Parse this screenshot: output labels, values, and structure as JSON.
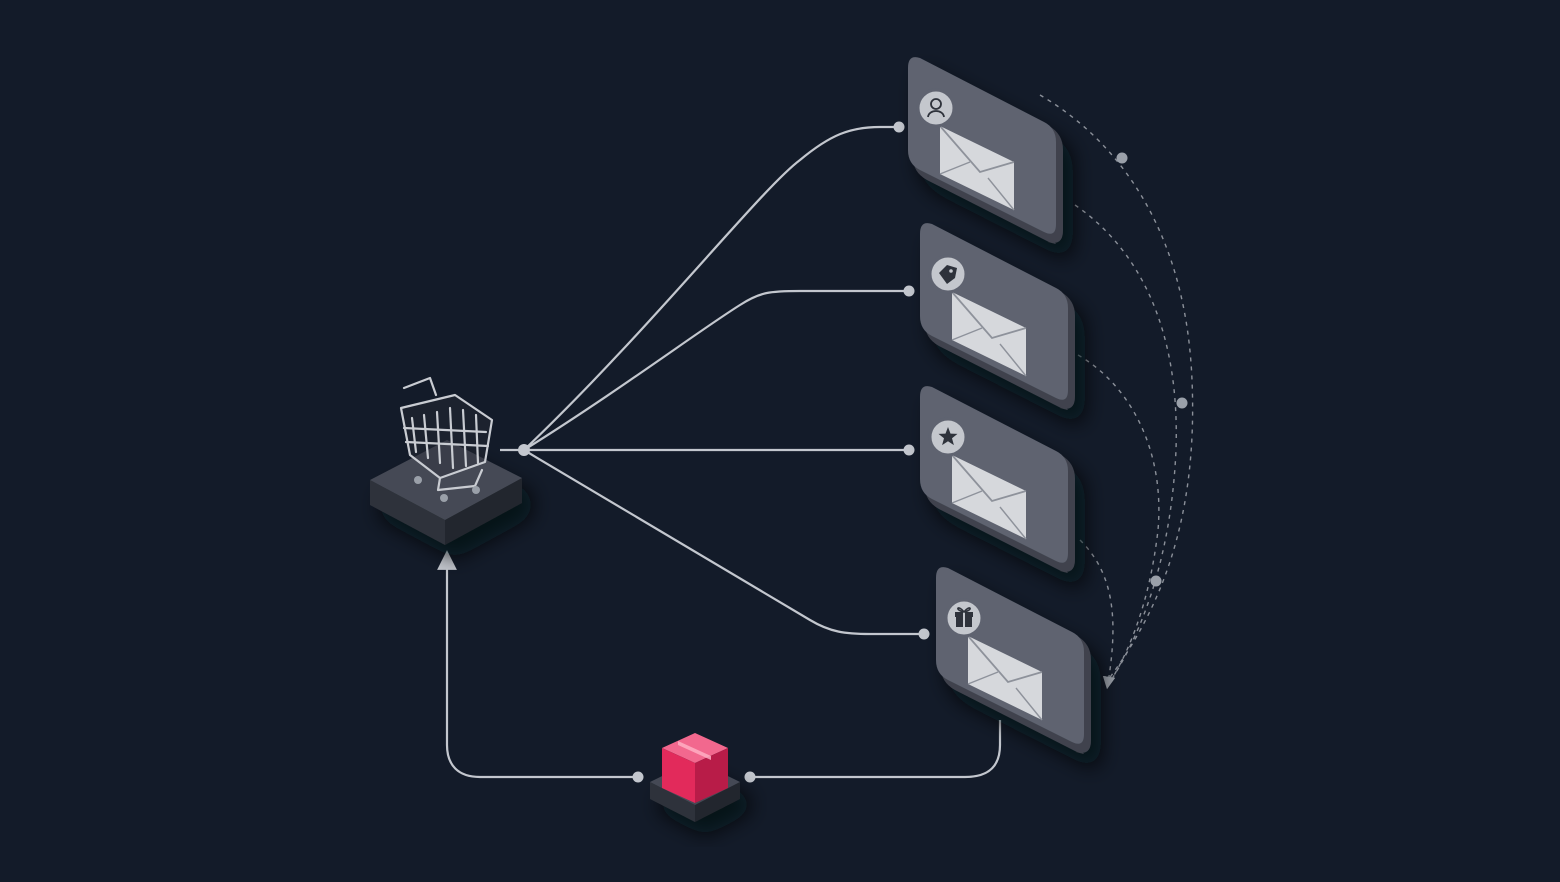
{
  "diagram": {
    "hub": {
      "icon": "shopping-cart-icon"
    },
    "cards": [
      {
        "id": "customer-email",
        "badge_icon": "user-icon",
        "content_icon": "envelope-icon"
      },
      {
        "id": "offer-email",
        "badge_icon": "price-tag-icon",
        "content_icon": "envelope-icon"
      },
      {
        "id": "featured-email",
        "badge_icon": "star-icon",
        "content_icon": "envelope-icon"
      },
      {
        "id": "gift-email",
        "badge_icon": "gift-icon",
        "content_icon": "envelope-icon"
      }
    ],
    "package": {
      "icon": "package-box-icon",
      "color": "#e22a5b"
    },
    "colors": {
      "background": "#131b29",
      "connector": "#c3c7ce",
      "card_face": "#5e6370",
      "card_side": "#3f434d",
      "envelope": "#d6d8dc",
      "dashed": "#8b9099"
    }
  }
}
